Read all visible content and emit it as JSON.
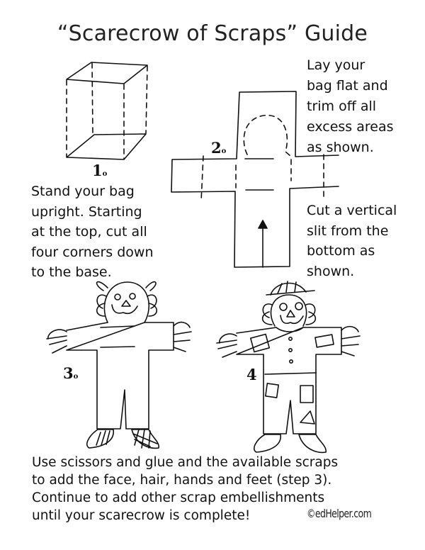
{
  "title": "“Scarecrow of Scraps” Guide",
  "steps": [
    {
      "number": "1",
      "illustration": "open-box-dashed-corners",
      "lines": [
        "Stand your bag",
        "upright. Starting",
        "at the top, cut all",
        "four corners down",
        "to the base."
      ]
    },
    {
      "number": "2",
      "illustration": "cross-shaped-bag-pattern",
      "lines": [
        "Lay your",
        "bag flat and",
        "trim off all",
        "excess areas",
        "as shown."
      ],
      "extra_lines": [
        "Cut a vertical",
        "slit from the",
        "bottom as",
        "shown."
      ]
    },
    {
      "number": "3",
      "illustration": "scarecrow-with-face-hair-hands-feet"
    },
    {
      "number": "4",
      "illustration": "scarecrow-with-hat-and-patches"
    }
  ],
  "final_instructions": [
    "Use scissors and glue and the available scraps",
    "to add the face, hair, hands and feet (step 3).",
    "Continue to add other scrap embellishments",
    "until your scarecrow is complete!"
  ],
  "copyright": "©edHelper.com",
  "colors": {
    "ink": "#111111",
    "background": "#ffffff"
  }
}
